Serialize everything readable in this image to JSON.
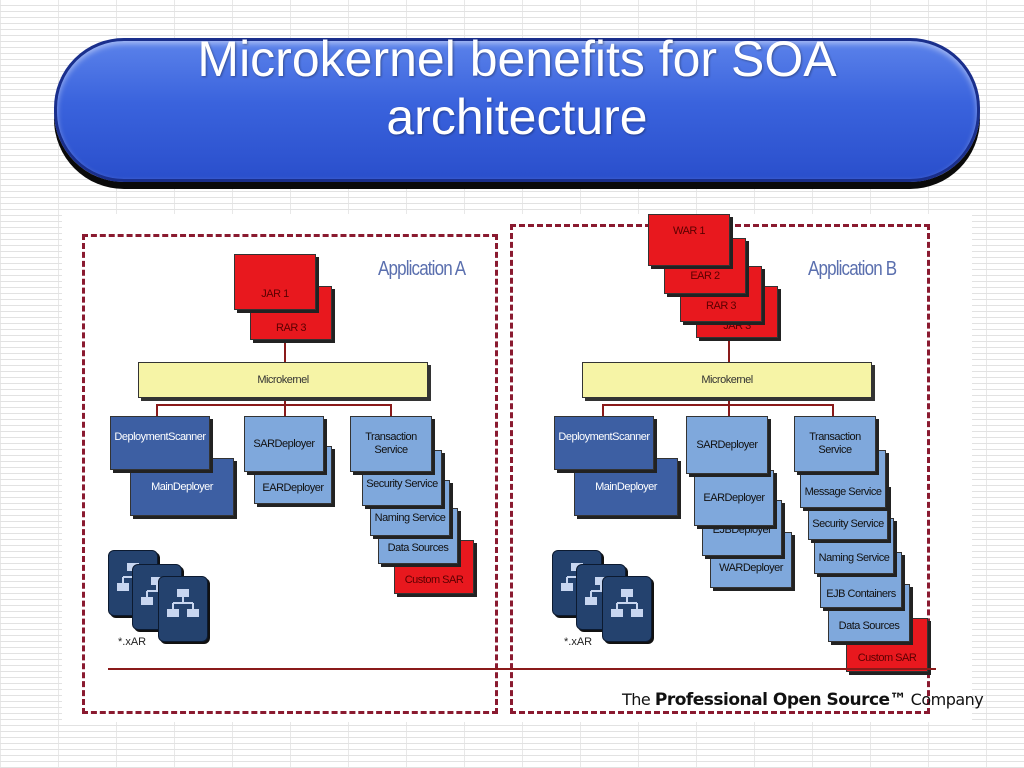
{
  "slide": {
    "title_line1": "Microkernel benefits for SOA",
    "title_line2": "architecture"
  },
  "app_a": {
    "label": "Application A",
    "deployables": [
      "JAR 1",
      "RAR 3"
    ],
    "kernel": "Microkernel",
    "deployment_scanner": "DeploymentScanner",
    "main_deployer": "MainDeployer",
    "deployers": [
      "SARDeployer",
      "EARDeployer"
    ],
    "services": [
      "Transaction Service",
      "Security Service",
      "Naming Service",
      "Data Sources",
      "Custom SAR"
    ],
    "xar_label": "*.xAR"
  },
  "app_b": {
    "label": "Application B",
    "deployables": [
      "WAR 1",
      "EAR 2",
      "RAR 3",
      "JAR 3"
    ],
    "kernel": "Microkernel",
    "deployment_scanner": "DeploymentScanner",
    "main_deployer": "MainDeployer",
    "deployers": [
      "SARDeployer",
      "EARDeployer",
      "EJBDeployer",
      "WARDeployer"
    ],
    "services": [
      "Transaction Service",
      "Message Service",
      "Security Service",
      "Naming Service",
      "EJB Containers",
      "Data Sources",
      "Custom SAR"
    ],
    "xar_label": "*.xAR"
  },
  "footer": {
    "tagline_the": "The",
    "tagline_main": "Professional Open Source™",
    "tagline_company": "Company"
  },
  "colors": {
    "title_bar": "#3a63dd",
    "deployable_red": "#e8181e",
    "kernel_yellow": "#f6f4a6",
    "service_light_blue": "#7fa8dc",
    "deployer_dark_blue": "#3d5fa3",
    "dashed_border": "#8a1a30"
  }
}
